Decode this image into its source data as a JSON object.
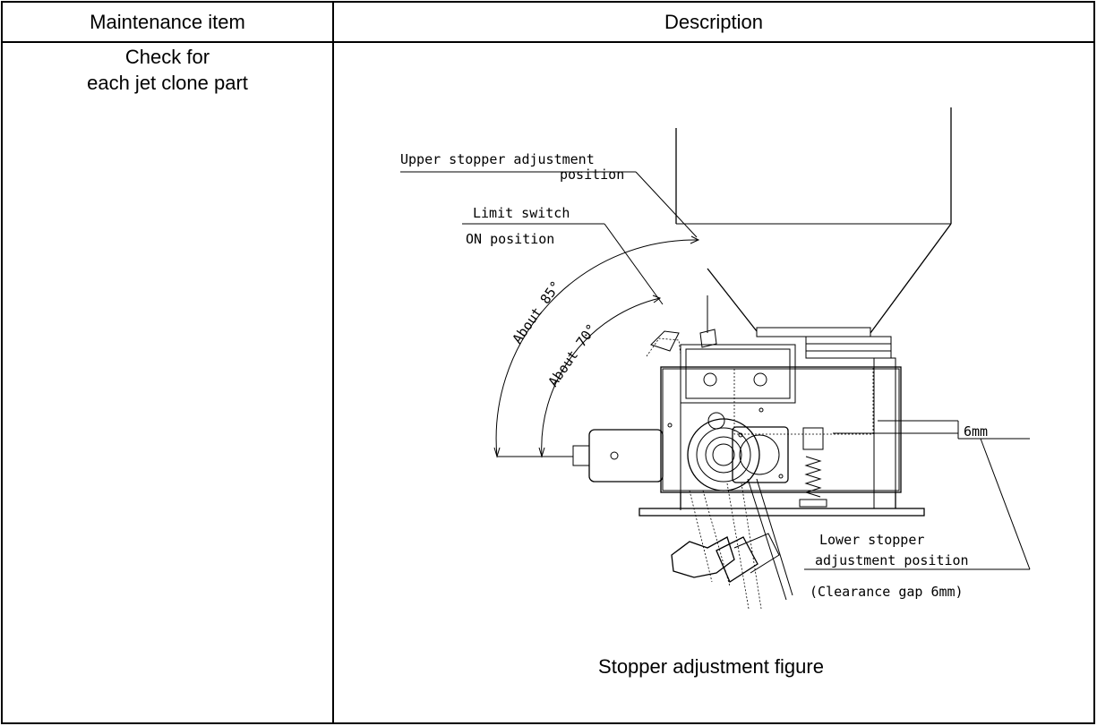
{
  "table": {
    "header_item": "Maintenance item",
    "header_description": "Description"
  },
  "row": {
    "item_line1": "Check for",
    "item_line2": "each jet clone part"
  },
  "figure": {
    "label_upper_1": "Upper stopper adjustment",
    "label_upper_2": "position",
    "label_limit_1": "Limit switch",
    "label_limit_2": "ON position",
    "label_angle_85": "About 85°",
    "label_angle_70": "About 70°",
    "label_gap": "6mm",
    "label_lower_1": "Lower stopper",
    "label_lower_2": "adjustment position",
    "label_clearance": "(Clearance gap 6mm)",
    "caption": "Stopper adjustment figure"
  }
}
